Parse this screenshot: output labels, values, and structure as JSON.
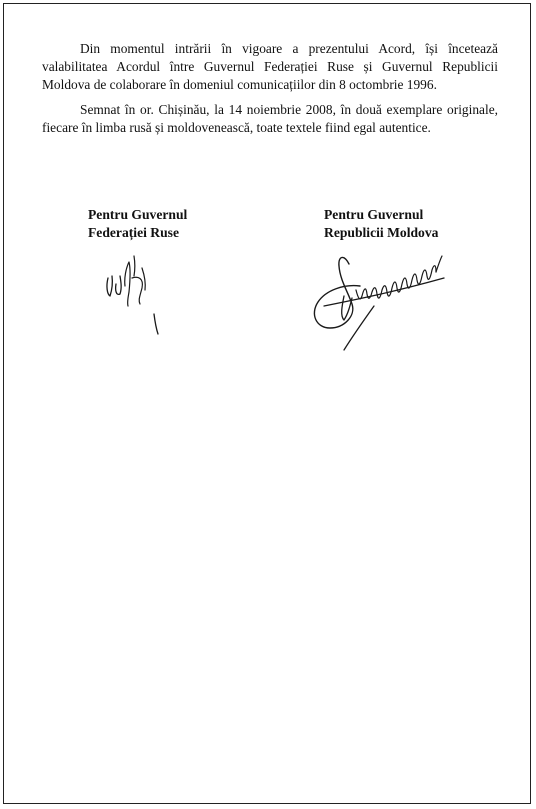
{
  "document": {
    "paragraphs": [
      "Din momentul intrării în vigoare a prezentului Acord, își încetează valabilitatea Acordul între Guvernul Federației Ruse și Guvernul Republicii Moldova de colaborare în domeniul comunicațiilor din 8 octombrie 1996.",
      "Semnat în or. Chișinău, la 14 noiembrie 2008, în două exemplare originale, fiecare în limba rusă și moldovenească, toate textele fiind egal autentice."
    ],
    "signatories": {
      "left": {
        "line1": "Pentru Guvernul",
        "line2": "Federației Ruse"
      },
      "right": {
        "line1": "Pentru Guvernul",
        "line2": "Republicii Moldova"
      }
    }
  }
}
